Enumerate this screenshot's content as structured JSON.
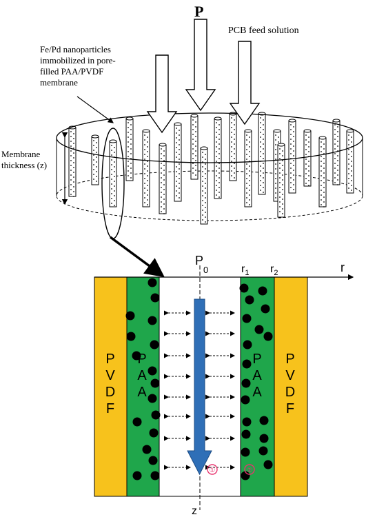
{
  "top": {
    "pressure_label": "P",
    "feed_label": "PCB feed solution",
    "membrane_caption": [
      "Fe/Pd nanoparticles",
      "immobilized in pore-",
      "filled PAA/PVDF",
      "membrane"
    ],
    "thickness_label": [
      "Membrane",
      "thickness (z)"
    ]
  },
  "bottom": {
    "pressure_label": "P",
    "origin_label": "0",
    "r1_label": "r",
    "r1_sub": "1",
    "r2_label": "r",
    "r2_sub": "2",
    "r_axis_label": "r",
    "z_axis_label": "z",
    "pvdf_label": [
      "P",
      "V",
      "D",
      "F"
    ],
    "paa_label": [
      "P",
      "A",
      "A"
    ],
    "marker_1": "①",
    "marker_2": "②"
  },
  "colors": {
    "pvdf": "#f7c21c",
    "paa": "#1fa64b",
    "flow_arrow": "#2f6fb7",
    "marker": "#e8336e"
  }
}
